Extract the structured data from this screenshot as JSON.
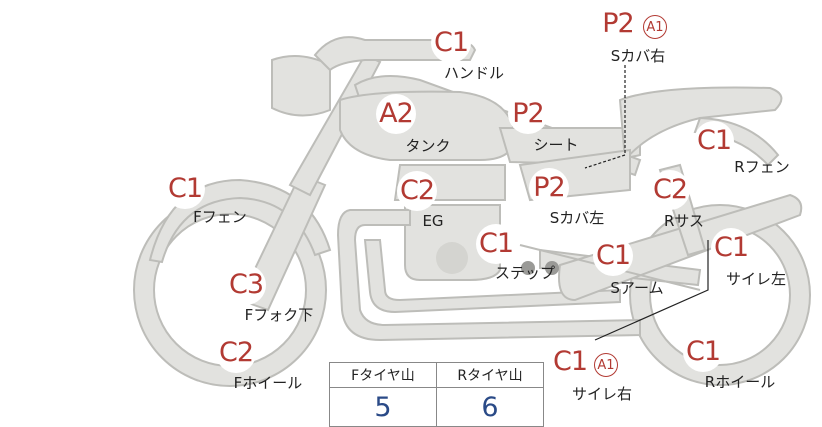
{
  "labels": [
    {
      "id": "handle",
      "grade": "C1",
      "name": "ハンドル"
    },
    {
      "id": "scover_r",
      "grade": "P2",
      "sub": "A1",
      "name": "Sカバ右"
    },
    {
      "id": "tank",
      "grade": "A2",
      "name": "タンク"
    },
    {
      "id": "seat",
      "grade": "P2",
      "name": "シート"
    },
    {
      "id": "rfender",
      "grade": "C1",
      "name": "Rフェン"
    },
    {
      "id": "ffender",
      "grade": "C1",
      "name": "Fフェン"
    },
    {
      "id": "eg",
      "grade": "C2",
      "name": "EG"
    },
    {
      "id": "scover_l",
      "grade": "P2",
      "name": "Sカバ左"
    },
    {
      "id": "rsus",
      "grade": "C2",
      "name": "Rサス"
    },
    {
      "id": "step",
      "grade": "C1",
      "name": "ステップ"
    },
    {
      "id": "sarm",
      "grade": "C1",
      "name": "Sアーム"
    },
    {
      "id": "muffler_l",
      "grade": "C1",
      "name": "サイレ左"
    },
    {
      "id": "ffork",
      "grade": "C3",
      "name": "Fフォク下"
    },
    {
      "id": "fwheel",
      "grade": "C2",
      "name": "Fホイール"
    },
    {
      "id": "muffler_r",
      "grade": "C1",
      "sub": "A1",
      "name": "サイレ右"
    },
    {
      "id": "rwheel",
      "grade": "C1",
      "name": "Rホイール"
    }
  ],
  "tread": {
    "front_label": "Fタイヤ山",
    "rear_label": "Rタイヤ山",
    "front_value": "5",
    "rear_value": "6"
  },
  "colors": {
    "grade": "#b23a33",
    "value": "#2a4a87",
    "bike_fill": "#e2e2df",
    "bike_stroke": "#bdbdb9"
  }
}
